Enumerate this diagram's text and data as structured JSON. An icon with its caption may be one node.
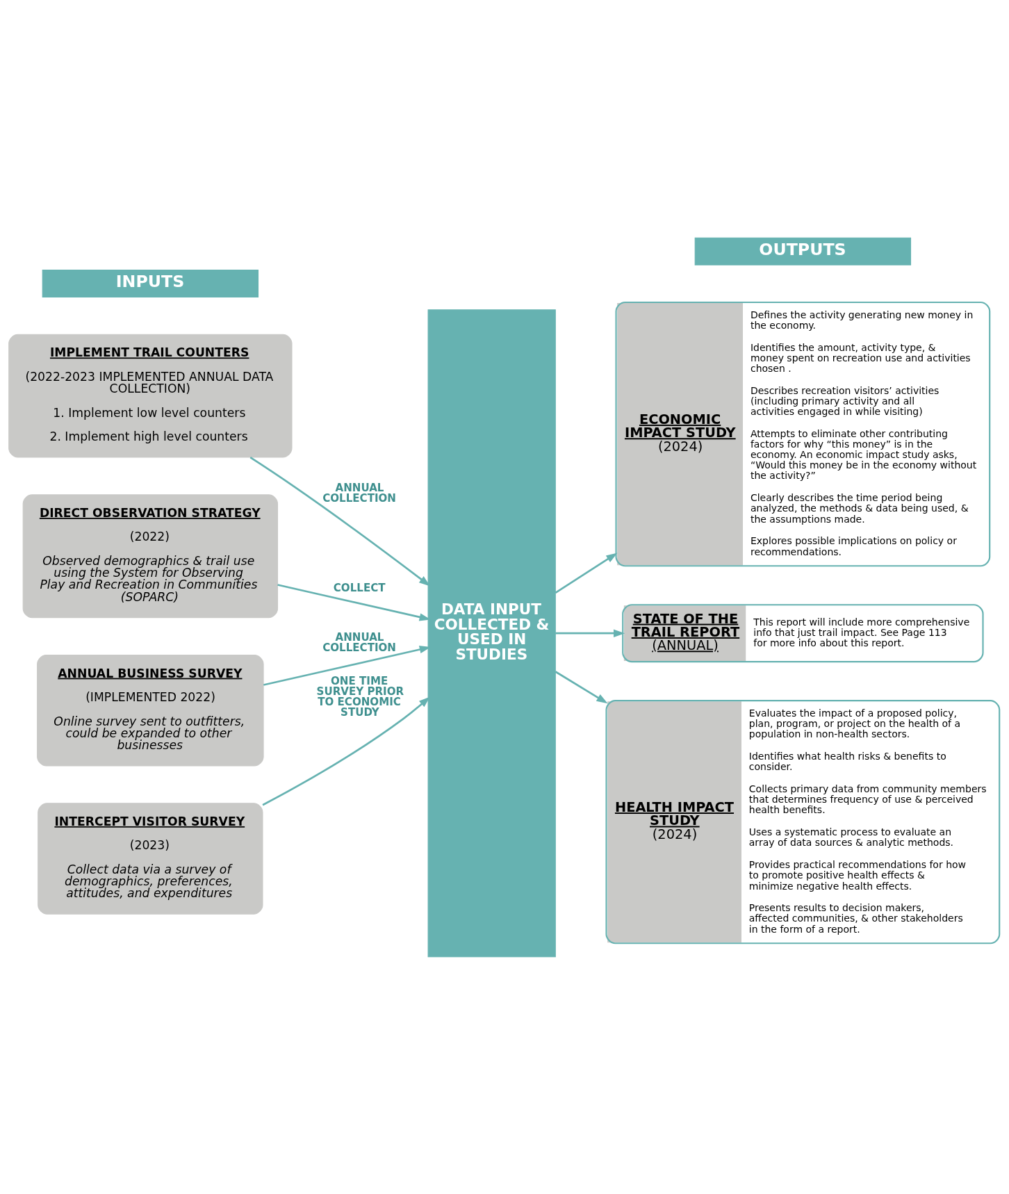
{
  "diagram": {
    "nodes": [
      {
        "text": [
          "IMPLEMENT TRAIL COUNTERS",
          "(2022-2023 IMPLEMENTED ANNUAL DATA COLLECTION)",
          "1. Implement low level counters",
          "2. Implement high level counters"
        ]
      },
      {
        "text": [
          "DIRECT OBSERVATION STRATEGY",
          "(2022)",
          "Observed demographics & trail use using the System for Observing Play and Recreation in Communities (SOPARC)"
        ]
      },
      {
        "text": [
          "ANNUAL BUSINESS SURVEY",
          "(IMPLEMENTED 2022)",
          "Online survey sent to outfitters, could be expanded to other businesses"
        ]
      },
      {
        "text": [
          "INTERCEPT VISITOR SURVEY",
          "(2023)",
          "Collect data via a survey of demographics, preferences, attitudes, and expenditures"
        ]
      },
      {
        "text": [
          "DATA INPUT COLLECTED & USED IN STUDIES"
        ]
      },
      {
        "text": [
          "ECONOMIC IMPACT STUDY",
          "(2024)",
          "Defines the activity generating new money in the economy.",
          "Identifies the amount, activity type, & money spent on recreation use and activities chosen .",
          "Describes recreation visitors’ activities (including primary activity and all activities engaged in while visiting)",
          "Attempts to eliminate other contributing factors for why “this money” is in the economy. An economic impact study asks, “Would this money be in the economy without the activity?”",
          "Clearly describes the time period being analyzed, the methods & data being used, & the assumptions made.",
          "Explores possible implications on policy or recommendations."
        ]
      },
      {
        "text": [
          "STATE OF THE TRAIL REPORT",
          "(ANNUAL)",
          "This report will include more comprehensive info that just trail impact. See Page 113 for more info about this report."
        ]
      },
      {
        "text": [
          "HEALTH IMPACT STUDY",
          "(2024)",
          "Evaluates the impact of a proposed policy, plan, program, or project on the health of a population in non-health sectors.",
          "Identifies what health risks & benefits to consider.",
          "Collects primary data from community members that determines frequency of use & perceived health benefits.",
          "Uses a systematic process to evaluate an array of data sources & analytic methods.",
          "Provides practical recommendations for how to promote positive health effects & minimize negative health effects.",
          "Presents results to decision makers, affected communities, & other stakeholders in the form of a report."
        ]
      }
    ],
    "edges": [
      {
        "from": 0,
        "to": 4,
        "arrow": "to",
        "label": "ANNUAL COLLECTION"
      },
      {
        "from": 1,
        "to": 4,
        "arrow": "to",
        "label": "COLLECT"
      },
      {
        "from": 2,
        "to": 4,
        "arrow": "to",
        "label": "ANNUAL COLLECTION"
      },
      {
        "from": 3,
        "to": 4,
        "arrow": "to",
        "label": "ONE TIME SURVEY PRIOR TO ECONOMIC STUDY"
      },
      {
        "from": 4,
        "to": 5,
        "arrow": "to"
      },
      {
        "from": 4,
        "to": 6,
        "arrow": "to"
      },
      {
        "from": 4,
        "to": 7,
        "arrow": "to"
      }
    ],
    "labels": [
      "INPUTS",
      "OUTPUTS"
    ]
  }
}
